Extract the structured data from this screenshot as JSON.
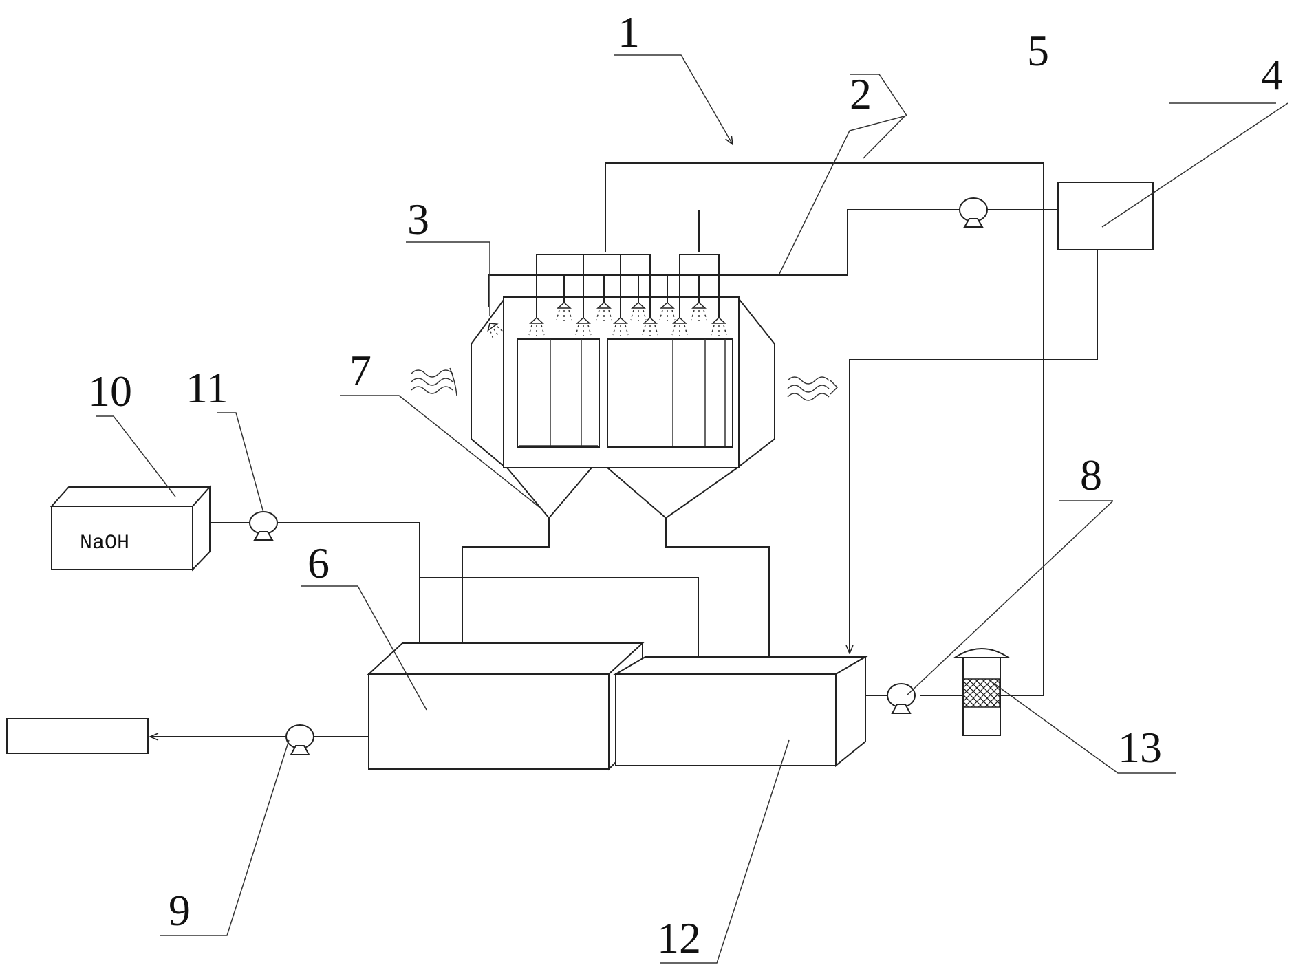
{
  "labels": {
    "n1": "1",
    "n2": "2",
    "n3": "3",
    "n4": "4",
    "n5": "5",
    "n6": "6",
    "n7": "7",
    "n8": "8",
    "n9": "9",
    "n10": "10",
    "n11": "11",
    "n12": "12",
    "n13": "13"
  },
  "tank10_text": "NaOH"
}
